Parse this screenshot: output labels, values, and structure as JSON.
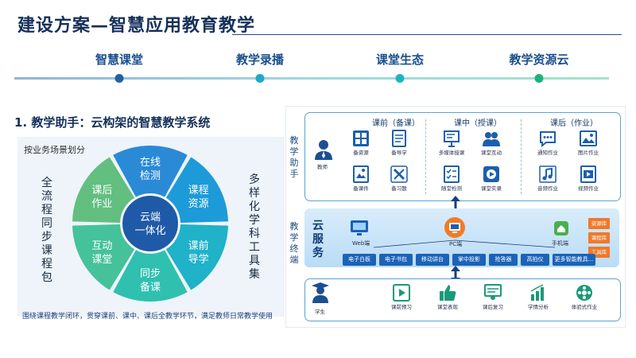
{
  "header": {
    "title": "建设方案—智慧应用教育教学"
  },
  "timeline": {
    "items": [
      {
        "label": "智慧课堂",
        "color": "#2260a6"
      },
      {
        "label": "教学录播",
        "color": "#22a6c9"
      },
      {
        "label": "课堂生态",
        "color": "#1fb3c4"
      },
      {
        "label": "教学资源云",
        "color": "#1ab37f"
      }
    ]
  },
  "section": {
    "title": "1.  教学助手：云构架的智慧教学系统"
  },
  "left_diagram": {
    "subtitle": "按业务场景划分",
    "left_side": "全流程同步课程包",
    "right_side": "多样化学科工具集",
    "center": [
      "云端",
      "一体化"
    ],
    "segments": [
      {
        "lines": [
          "在线",
          "检测"
        ],
        "color": "#2a8ad6"
      },
      {
        "lines": [
          "课程",
          "资源"
        ],
        "color": "#1d9bd8"
      },
      {
        "lines": [
          "课前",
          "导学"
        ],
        "color": "#1fb2c9"
      },
      {
        "lines": [
          "同步",
          "备课"
        ],
        "color": "#30c0b0"
      },
      {
        "lines": [
          "互动",
          "课堂"
        ],
        "color": "#45c29a"
      },
      {
        "lines": [
          "课后",
          "作业"
        ],
        "color": "#62bf80"
      }
    ],
    "footer": "围绕课程教学闭环，贯穿课前、课中、课后全教学环节，满足教师日常教学使用"
  },
  "right_panel": {
    "assistant_label": "教学助手",
    "terminal_label": "教学终端",
    "teacher_label": "教师",
    "student_label": "学生",
    "columns": [
      {
        "title": "课前（备课）",
        "items": [
          "备资源",
          "备导学",
          "备课件",
          "备习题"
        ]
      },
      {
        "title": "课中（授课）",
        "items": [
          "多媒体授课",
          "课堂互动",
          "随堂检测",
          "课堂实录"
        ]
      },
      {
        "title": "课后（作业）",
        "items": [
          "通知作业",
          "图片作业",
          "音频作业",
          "视频作业"
        ]
      }
    ],
    "cloud": {
      "label": "云服务",
      "web": "Web端",
      "pc": "PC端",
      "mobile": "手机端",
      "tags": [
        "资源库",
        "课程库",
        "工具库"
      ],
      "tools": [
        "电子白板",
        "电子书包",
        "移动讲台",
        "掌中投影",
        "抢答器",
        "高拍仪",
        "更多智能教具..."
      ]
    },
    "terminal_items": [
      "课前预习",
      "课堂表现",
      "课后复习",
      "学情分析",
      "体验式作业"
    ]
  }
}
